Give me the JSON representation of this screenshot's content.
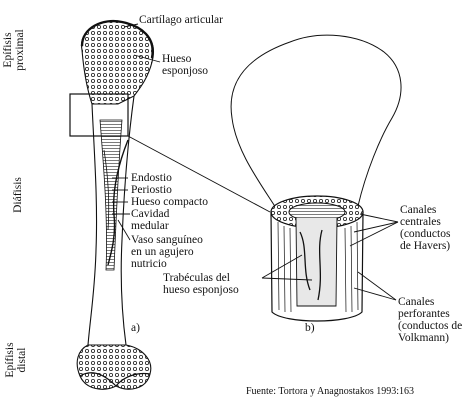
{
  "labels": {
    "cartilago": "Cartílago articular",
    "hueso_esponjoso": [
      "Hueso",
      "esponjoso"
    ],
    "endostio": "Endostio",
    "periostio": "Periostio",
    "hueso_compacto": "Hueso compacto",
    "cavidad": [
      "Cavidad",
      "medular"
    ],
    "vaso": [
      "Vaso sanguíneo",
      "en un agujero",
      "nutricio"
    ],
    "panel_a": "a)",
    "panel_b": "b)",
    "trabeculas": [
      "Trabéculas del",
      "hueso esponjoso"
    ],
    "canales_centrales": [
      "Canales",
      "centrales",
      "(conductos",
      "de Havers)"
    ],
    "canales_perforantes": [
      "Canales",
      "perforantes",
      "(conductos de",
      "Volkmann)"
    ]
  },
  "regions": {
    "epifisis_proximal": [
      "Epífisis",
      "proximal"
    ],
    "diafisis": "Diáfisis",
    "epifisis_distal": [
      "Epífisis",
      "distal"
    ]
  },
  "source": "Fuente: Tortora y Anagnostakos 1993:163"
}
